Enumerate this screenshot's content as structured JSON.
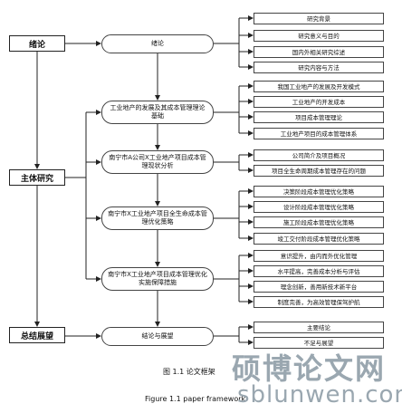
{
  "stages": [
    "绪论",
    "主体研究",
    "总结展望"
  ],
  "sections": [
    {
      "title": "绪论",
      "items": [
        "研究背景",
        "研究意义与目的",
        "国内外相关研究综述",
        "研究内容与方法"
      ]
    },
    {
      "title": "工业地产的发展及其成本管理理论基础",
      "items": [
        "我国工业地产的发展及开发模式",
        "工业地产的开发成本",
        "项目成本管理理论",
        "工业地产项目的成本管理体系"
      ]
    },
    {
      "title": "南宁市A公司X工业地产项目成本管理现状分析",
      "items": [
        "公司简介及项目概况",
        "项目全生命周期成本管理存在的问题"
      ]
    },
    {
      "title": "南宁市X工业地产项目全生命成本管理优化策略",
      "items": [
        "决策阶段成本管理优化策略",
        "设计阶段成本管理优化策略",
        "施工阶段成本管理优化策略",
        "竣工交付阶段成本管理优化策略"
      ]
    },
    {
      "title": "南宁市X工业地产项目成本管理优化实施保障措施",
      "items": [
        "意识提升，由内而外优化管理",
        "水平提高，完善成本分析与评估",
        "理念创新，善用新技术新平台",
        "制度完善，为高效管理保驾护航"
      ]
    },
    {
      "title": "结论与展望",
      "items": [
        "主要结论",
        "不足与展望"
      ]
    }
  ],
  "caption_cn": "图 1.1 论文框架",
  "caption_en": "Figure 1.1 paper framework",
  "watermark_cn": "硕博论文网",
  "watermark_url": "sblunwen.com"
}
